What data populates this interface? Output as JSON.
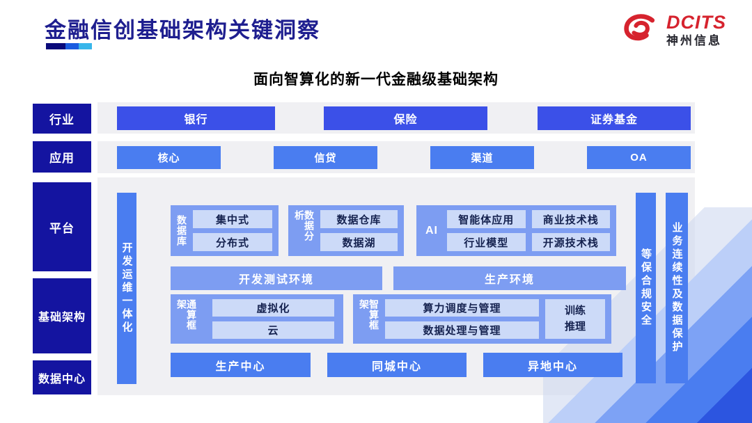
{
  "header": {
    "title": "金融信创基础架构关键洞察",
    "logo_brand": "DCITS",
    "logo_company": "神州信息"
  },
  "subtitle": "面向智算化的新一代金融级基础架构",
  "sidebar": {
    "industry": "行业",
    "application": "应用",
    "platform": "平台",
    "infrastructure": "基础架构",
    "datacenter": "数据中心"
  },
  "industry_row": [
    "银行",
    "保险",
    "证券基金"
  ],
  "application_row": [
    "核心",
    "信贷",
    "渠道",
    "OA"
  ],
  "platform": {
    "devops_bar": "开发运维一体化",
    "database": {
      "label": "数据库",
      "items": [
        "集中式",
        "分布式"
      ]
    },
    "analytics": {
      "label": "数据分析",
      "items": [
        "数据仓库",
        "数据湖"
      ]
    },
    "ai": {
      "label": "AI",
      "items": [
        "智能体应用",
        "商业技术栈",
        "行业模型",
        "开源技术栈"
      ]
    },
    "dev_test_env": "开发测试环境",
    "prod_env": "生产环境",
    "general_compute": {
      "label": "通算框架",
      "items": [
        "虚拟化",
        "云"
      ]
    },
    "smart_compute": {
      "label": "智算框架",
      "items": [
        "算力调度与管理",
        "数据处理与管理"
      ],
      "side_box": "训练\n推理"
    },
    "centers": [
      "生产中心",
      "同城中心",
      "异地中心"
    ],
    "security_bar": "等保合规安全",
    "continuity_bar": "业务连续性及数据保护"
  },
  "colors": {
    "title_navy": "#1e1e8f",
    "sidebar_navy": "#1414a0",
    "royal_blue": "#3b50e8",
    "bright_blue": "#4a7df0",
    "group_blue": "#7d9df2",
    "light_blue": "#ccdaf8",
    "panel_gray": "#f0f0f3",
    "logo_red": "#d6232e"
  }
}
